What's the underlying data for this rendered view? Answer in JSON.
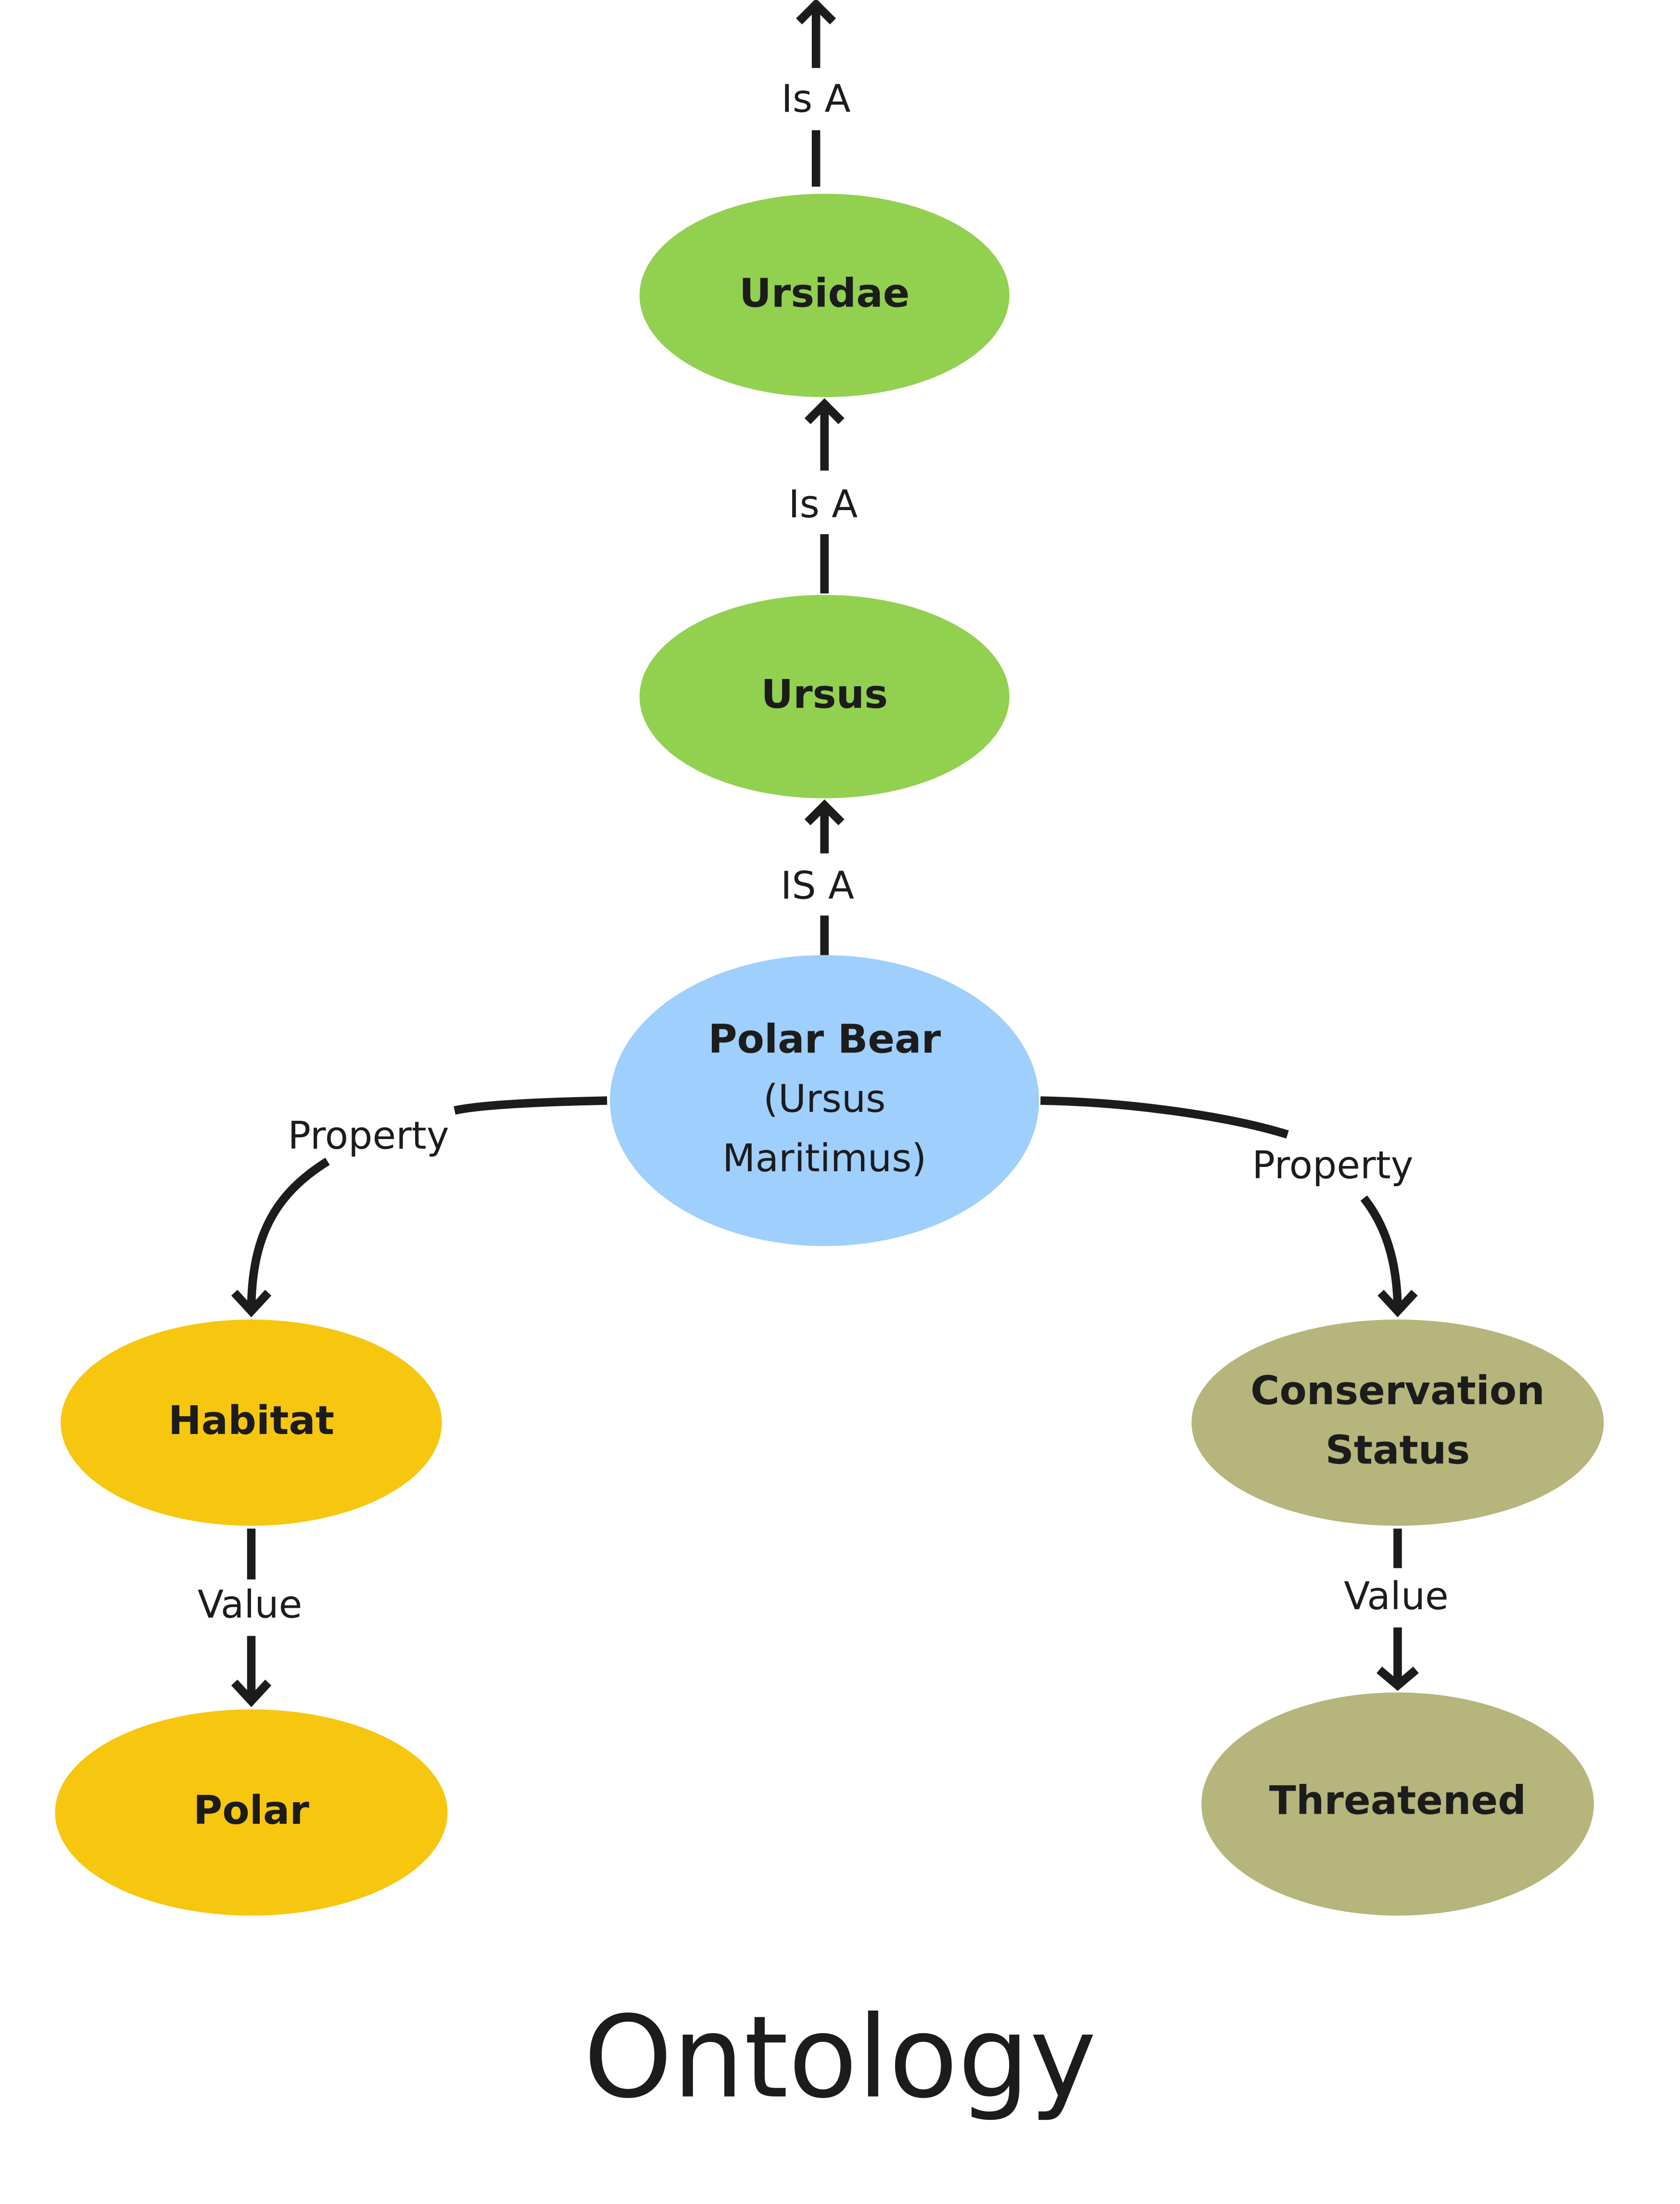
{
  "title": "Ontology",
  "colors": {
    "genus_family": "#92d050",
    "subject": "#9fcffc",
    "habitat": "#f7c60f",
    "conservation": "#b6b57b",
    "line": "#1c1c1c"
  },
  "nodes": {
    "ursidae": {
      "label": "Ursidae"
    },
    "ursus": {
      "label": "Ursus"
    },
    "polar_bear": {
      "label": "Polar Bear",
      "sub1": "(Ursus",
      "sub2": "Maritimus)"
    },
    "habitat": {
      "label": "Habitat"
    },
    "polar": {
      "label": "Polar"
    },
    "conservation_status": {
      "line1": "Conservation",
      "line2": "Status"
    },
    "threatened": {
      "label": "Threatened"
    }
  },
  "edges": {
    "ursidae_up": "Is A",
    "ursus_ursidae": "Is A",
    "polarbear_ursus": "IS A",
    "polarbear_habitat": "Property",
    "polarbear_conservation": "Property",
    "habitat_polar": "Value",
    "conservation_threatened": "Value"
  }
}
